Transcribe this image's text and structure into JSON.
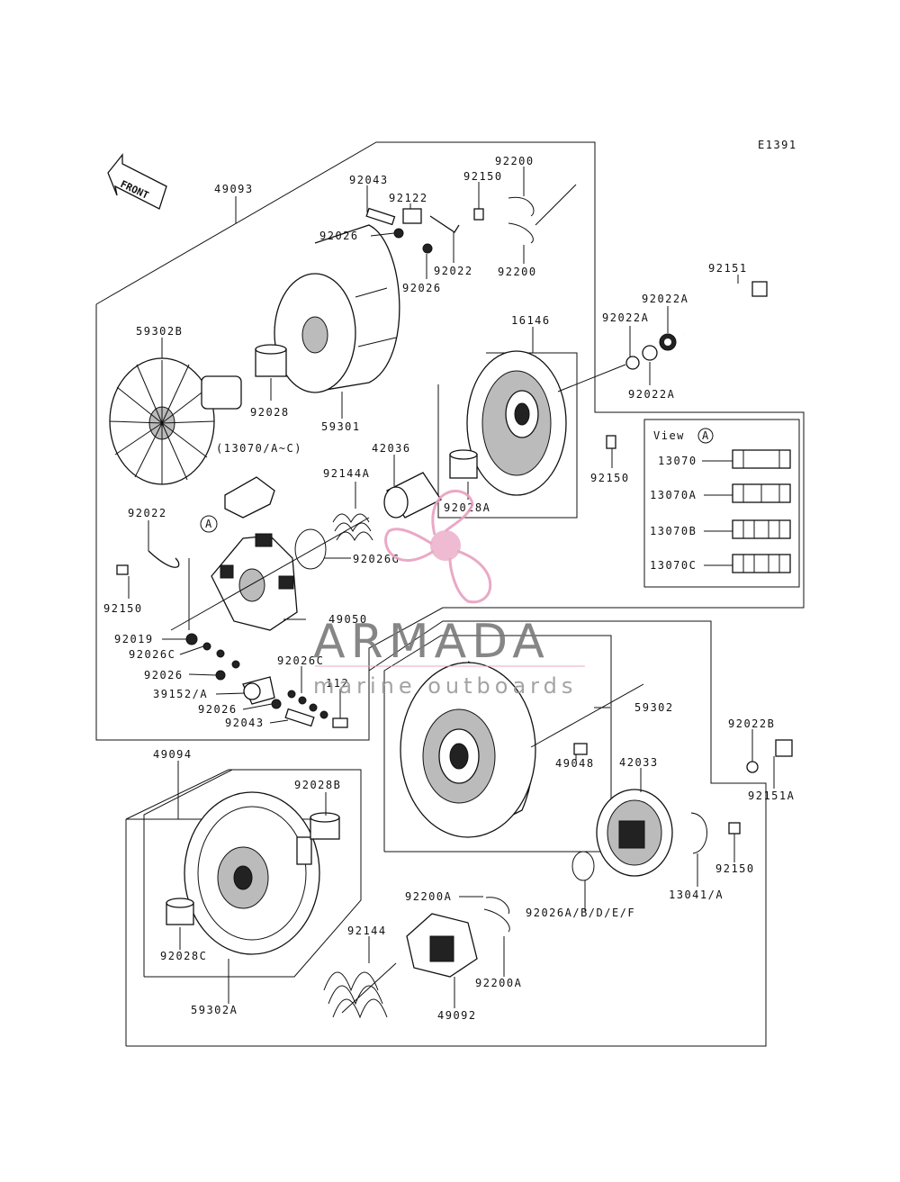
{
  "diagram": {
    "code": "E1391",
    "front_label": "FRONT",
    "view_box_title": "View",
    "view_box_marker": "A",
    "callout_marker": "A",
    "parts": [
      "49093",
      "92043",
      "92122",
      "92150",
      "92200",
      "92026",
      "92022",
      "92026",
      "92200",
      "92151",
      "92022A",
      "92022A",
      "92022A",
      "16146",
      "59302B",
      "92028",
      "59301",
      "(13070/A~C)",
      "42036",
      "92144A",
      "92028A",
      "92150",
      "92022",
      "92026G",
      "92150",
      "49050",
      "92019",
      "92026C",
      "92026",
      "39152/A",
      "92026",
      "92043",
      "92026C",
      "112",
      "59302",
      "49048",
      "42033",
      "92022B",
      "92151A",
      "49094",
      "92028B",
      "92028C",
      "59302A",
      "92144",
      "49092",
      "92200A",
      "92200A",
      "92026A/B/D/E/F",
      "92150",
      "13041/A"
    ],
    "view_parts": [
      "13070",
      "13070A",
      "13070B",
      "13070C"
    ]
  },
  "watermark": {
    "title": "ARMADA",
    "subtitle": "marine outboards",
    "color": "#e8a0c0"
  }
}
